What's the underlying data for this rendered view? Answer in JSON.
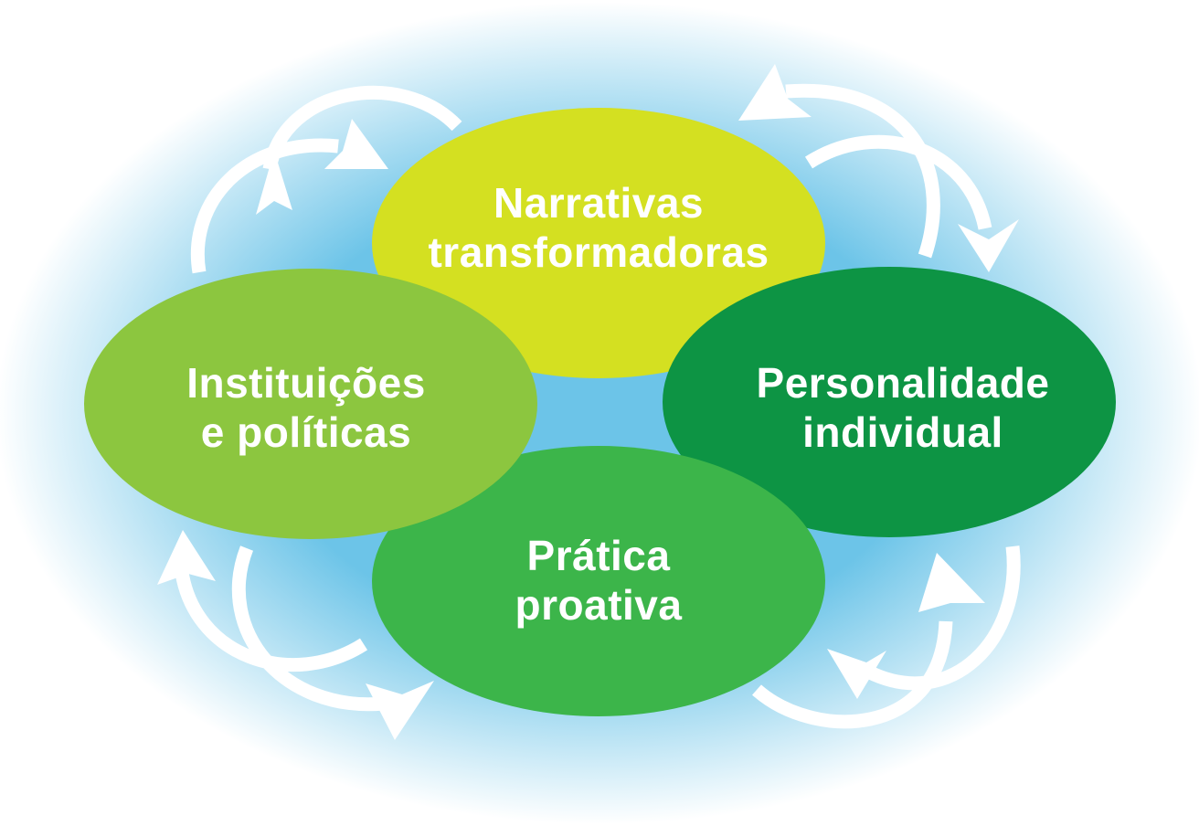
{
  "diagram": {
    "colors": {
      "glow_center": "#6cc4e8",
      "glow_edge": "#ffffff",
      "arrows": "#ffffff",
      "text": "#ffffff"
    },
    "nodes": [
      {
        "id": "narrativas",
        "line1": "Narrativas",
        "line2": "transformadoras",
        "color": "#d4e021"
      },
      {
        "id": "instituicoes",
        "line1": "Instituições",
        "line2": "e políticas",
        "color": "#8cc63f"
      },
      {
        "id": "personalidade",
        "line1": "Personalidade",
        "line2": "individual",
        "color": "#0d9444"
      },
      {
        "id": "pratica",
        "line1": "Prática",
        "line2": "proativa",
        "color": "#3cb54a"
      }
    ],
    "cycle_icons": [
      "cycle-arrows-icon",
      "cycle-arrows-icon",
      "cycle-arrows-icon",
      "cycle-arrows-icon"
    ]
  }
}
